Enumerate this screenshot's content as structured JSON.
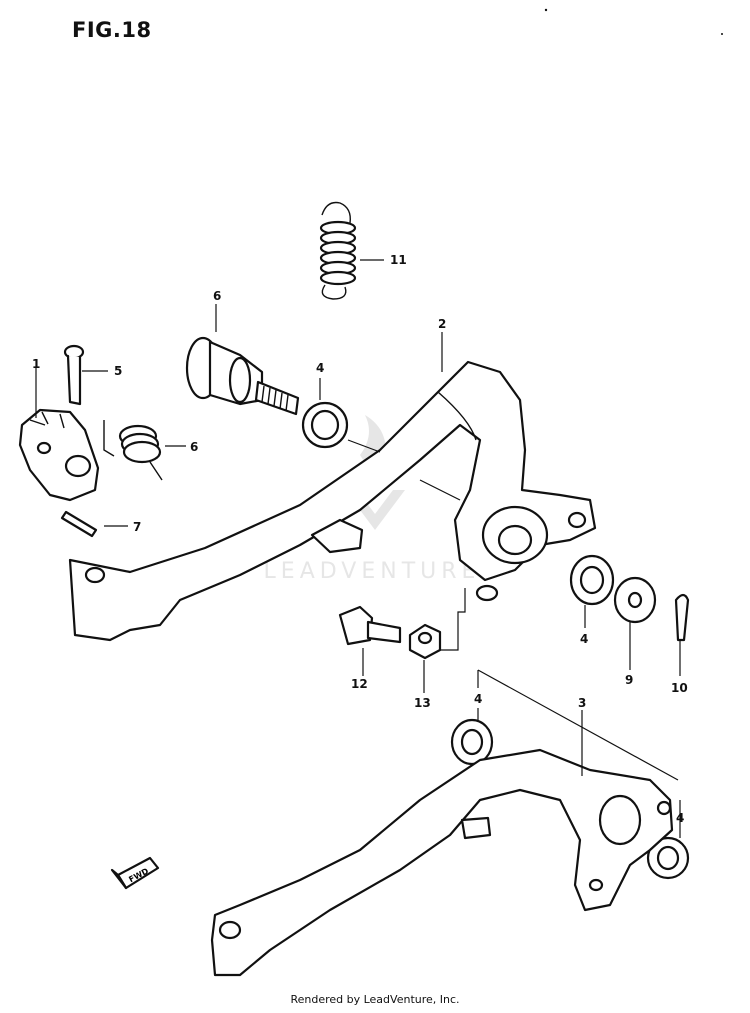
{
  "figure": {
    "title": "FIG.18",
    "footer": "Rendered by LeadVenture, Inc.",
    "watermark": "LEADVENTURE",
    "direction_marker": "FWD"
  },
  "callouts": [
    {
      "id": "1",
      "label": "1"
    },
    {
      "id": "2",
      "label": "2"
    },
    {
      "id": "3",
      "label": "3"
    },
    {
      "id": "4a",
      "label": "4"
    },
    {
      "id": "4b",
      "label": "4"
    },
    {
      "id": "4c",
      "label": "4"
    },
    {
      "id": "4d",
      "label": "4"
    },
    {
      "id": "5",
      "label": "5"
    },
    {
      "id": "6a",
      "label": "6"
    },
    {
      "id": "6b",
      "label": "6"
    },
    {
      "id": "7",
      "label": "7"
    },
    {
      "id": "9",
      "label": "9"
    },
    {
      "id": "10",
      "label": "10"
    },
    {
      "id": "11",
      "label": "11"
    },
    {
      "id": "12",
      "label": "12"
    },
    {
      "id": "13",
      "label": "13"
    }
  ]
}
